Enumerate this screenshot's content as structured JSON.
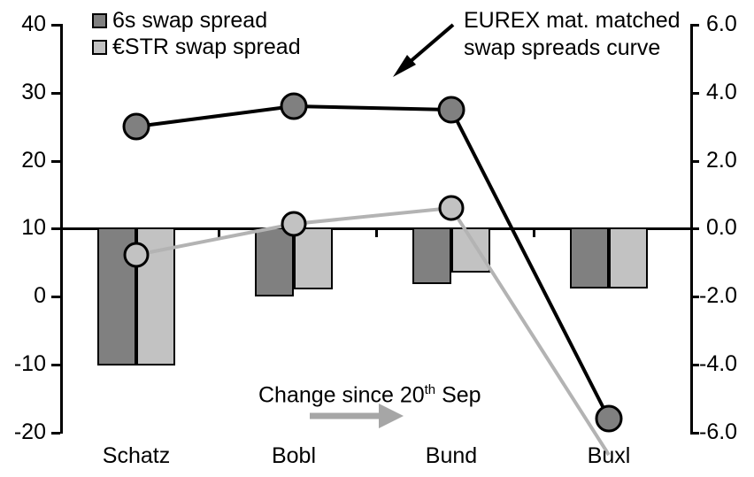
{
  "legend": {
    "items": [
      {
        "label": "6s swap spread",
        "color": "#808080",
        "name": "legend-6s"
      },
      {
        "label": "€STR swap spread",
        "color": "#c2c2c2",
        "name": "legend-estr"
      }
    ]
  },
  "annotations": {
    "callout_line1": "EUREX mat. matched",
    "callout_line2": "swap spreads curve",
    "change_note_prefix": "Change since 20",
    "change_note_sup": "th",
    "change_note_suffix": " Sep"
  },
  "axes": {
    "left_ticks": [
      "40",
      "30",
      "20",
      "10",
      "0",
      "-10",
      "-20"
    ],
    "right_ticks": [
      "6.0",
      "4.0",
      "2.0",
      "0.0",
      "-2.0",
      "-4.0",
      "-6.0"
    ],
    "x_categories": [
      "Schatz",
      "Bobl",
      "Bund",
      "Buxl"
    ]
  },
  "chart_data": {
    "type": "bar",
    "title": "",
    "xlabel": "",
    "ylabel": "",
    "categories": [
      "Schatz",
      "Bobl",
      "Bund",
      "Buxl"
    ],
    "y_left": {
      "label": "",
      "lim": [
        -20,
        40
      ],
      "ticks": [
        40,
        30,
        20,
        10,
        0,
        -10,
        -20
      ]
    },
    "y_right": {
      "label": "",
      "lim": [
        -6.0,
        6.0
      ],
      "ticks": [
        6.0,
        4.0,
        2.0,
        0.0,
        -2.0,
        -4.0,
        -6.0
      ]
    },
    "zero_reference_left": 10,
    "zero_reference_right": 0.0,
    "grid": false,
    "legend_position": "top-left",
    "series": [
      {
        "name": "6s swap spread",
        "type": "bar",
        "axis": "right",
        "color": "#808080",
        "values": [
          -4.1,
          -1.95,
          -1.6,
          -1.75
        ]
      },
      {
        "name": "€STR swap spread",
        "type": "bar",
        "axis": "right",
        "color": "#c2c2c2",
        "values": [
          -4.1,
          -1.8,
          -1.3,
          -1.75
        ]
      },
      {
        "name": "EUREX mat. matched swap spreads curve",
        "type": "line",
        "axis": "left",
        "color": "#000000",
        "marker_color": "#808080",
        "values": [
          24.5,
          28.0,
          27.3,
          -18.0
        ]
      },
      {
        "name": "Change since 20th Sep",
        "type": "line",
        "axis": "left",
        "color": "#b3b3b3",
        "marker_color": "#c2c2c2",
        "values": [
          6.0,
          10.5,
          12.7,
          -22.0
        ]
      }
    ]
  }
}
